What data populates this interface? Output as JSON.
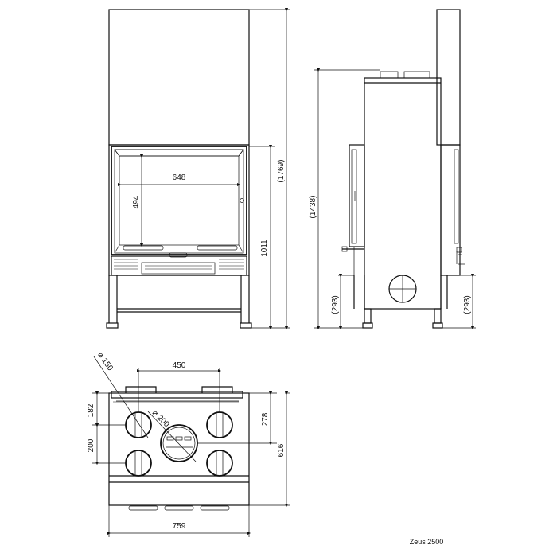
{
  "model": "Zeus 2500",
  "front_view": {
    "opening_width": "648",
    "opening_height": "494",
    "floor_to_firebox_top": "1011",
    "total_height": "(1769)"
  },
  "side_view": {
    "body_height": "(1438)",
    "leg_height_front": "(293)",
    "leg_height_rear": "(293)"
  },
  "top_view": {
    "flue_diameter": "⌀ 150",
    "central_flue_diameter": "⌀ 200",
    "flue_spacing": "450",
    "front_offset": "182",
    "row_spacing": "200",
    "central_offset": "278",
    "total_depth": "616",
    "total_width": "759"
  }
}
